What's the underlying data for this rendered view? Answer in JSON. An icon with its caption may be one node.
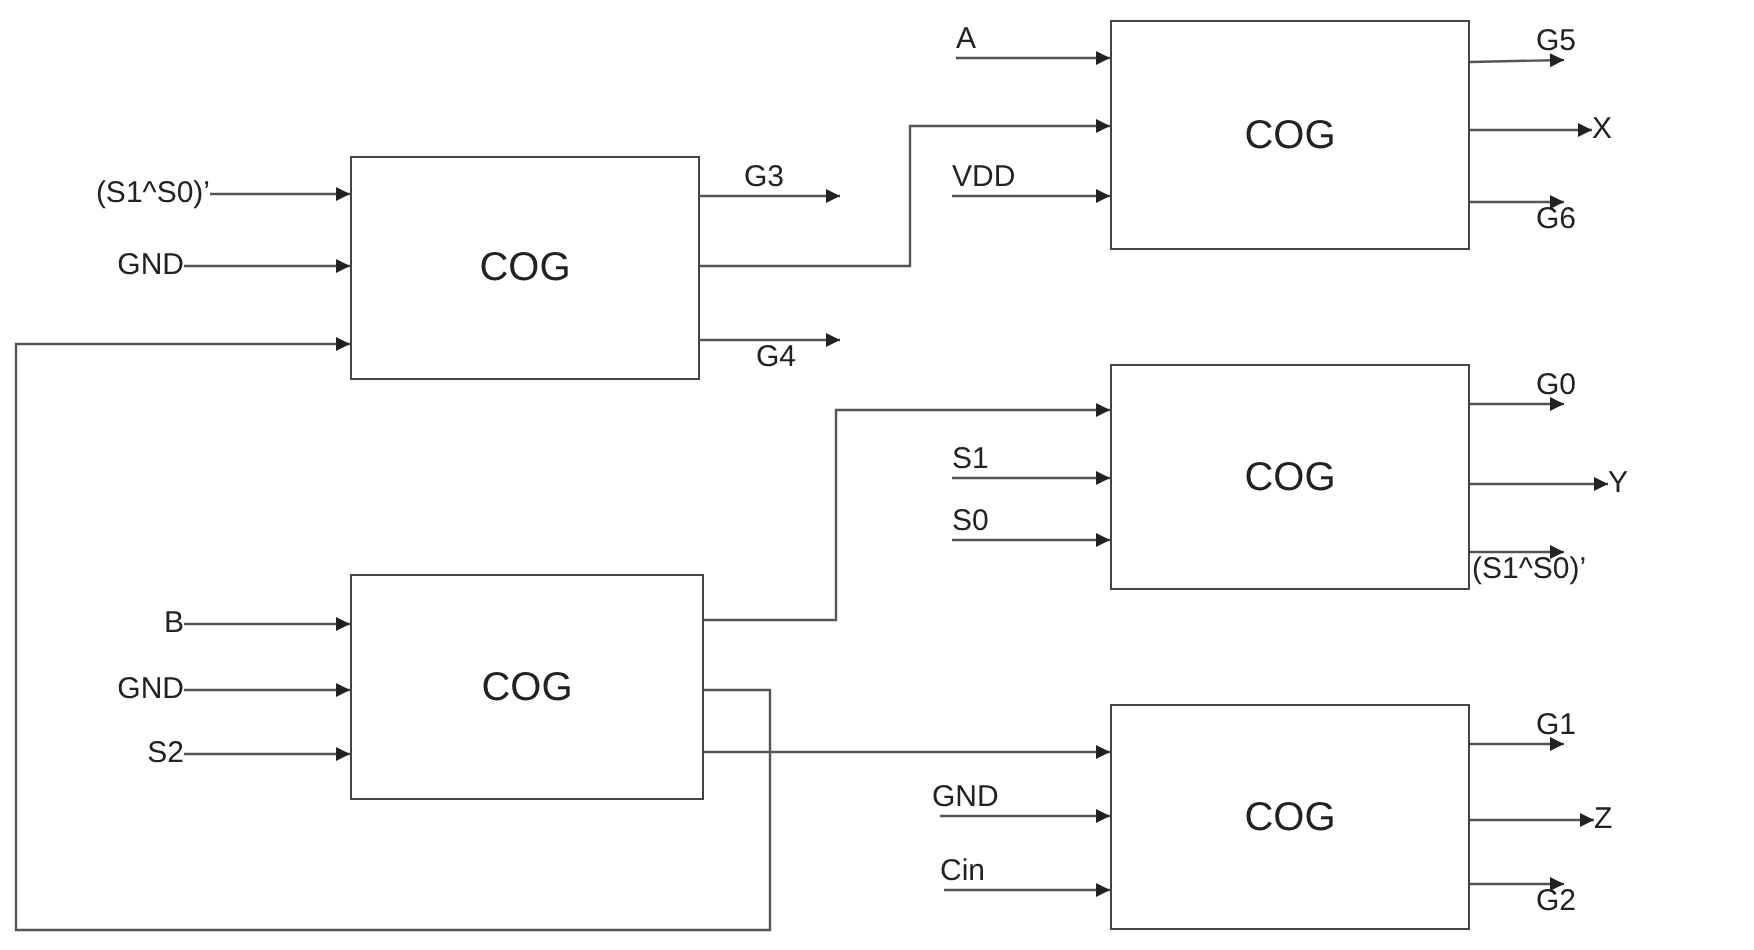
{
  "diagram": {
    "nodes": [
      {
        "text": [
          "A"
        ]
      },
      {
        "text": [
          "COG"
        ]
      },
      {
        "text": [
          "G5"
        ]
      },
      {
        "text": [
          "X"
        ]
      },
      {
        "text": [
          "VDD"
        ]
      },
      {
        "text": [
          "G6"
        ]
      },
      {
        "text": [
          "(S1^S0)’"
        ]
      },
      {
        "text": [
          "COG"
        ]
      },
      {
        "text": [
          "G3"
        ]
      },
      {
        "text": [
          "GND"
        ]
      },
      {
        "text": [
          "G4"
        ]
      },
      {
        "text": [
          "COG"
        ]
      },
      {
        "text": [
          "G0"
        ]
      },
      {
        "text": [
          "S1"
        ]
      },
      {
        "text": [
          "Y"
        ]
      },
      {
        "text": [
          "S0"
        ]
      },
      {
        "text": [
          "(S1^S0)’"
        ]
      },
      {
        "text": [
          "B"
        ]
      },
      {
        "text": [
          "COG"
        ]
      },
      {
        "text": [
          "GND"
        ]
      },
      {
        "text": [
          "S2"
        ]
      },
      {
        "text": [
          "COG"
        ]
      },
      {
        "text": [
          "G1"
        ]
      },
      {
        "text": [
          "GND"
        ]
      },
      {
        "text": [
          "Z"
        ]
      },
      {
        "text": [
          "Cin"
        ]
      },
      {
        "text": [
          "G2"
        ]
      }
    ],
    "edges": [
      {
        "from": 0,
        "to": 1,
        "arrow": "to"
      },
      {
        "from": 4,
        "to": 1,
        "arrow": "to"
      },
      {
        "from": 7,
        "to": 1,
        "arrow": "to"
      },
      {
        "from": 1,
        "to": 2,
        "arrow": "to"
      },
      {
        "from": 1,
        "to": 3,
        "arrow": "to"
      },
      {
        "from": 1,
        "to": 5,
        "arrow": "to"
      },
      {
        "from": 6,
        "to": 7,
        "arrow": "to"
      },
      {
        "from": 9,
        "to": 7,
        "arrow": "to"
      },
      {
        "from": 18,
        "to": 7,
        "arrow": "to"
      },
      {
        "from": 7,
        "to": 8,
        "arrow": "to"
      },
      {
        "from": 7,
        "to": 10,
        "arrow": "to"
      },
      {
        "from": 18,
        "to": 11,
        "arrow": "to"
      },
      {
        "from": 13,
        "to": 11,
        "arrow": "to"
      },
      {
        "from": 15,
        "to": 11,
        "arrow": "to"
      },
      {
        "from": 11,
        "to": 12,
        "arrow": "to"
      },
      {
        "from": 11,
        "to": 14,
        "arrow": "to"
      },
      {
        "from": 11,
        "to": 16,
        "arrow": "to"
      },
      {
        "from": 17,
        "to": 18,
        "arrow": "to"
      },
      {
        "from": 19,
        "to": 18,
        "arrow": "to"
      },
      {
        "from": 20,
        "to": 18,
        "arrow": "to"
      },
      {
        "from": 18,
        "to": 21,
        "arrow": "to"
      },
      {
        "from": 23,
        "to": 21,
        "arrow": "to"
      },
      {
        "from": 25,
        "to": 21,
        "arrow": "to"
      },
      {
        "from": 21,
        "to": 22,
        "arrow": "to"
      },
      {
        "from": 21,
        "to": 24,
        "arrow": "to"
      },
      {
        "from": 21,
        "to": 26,
        "arrow": "to"
      }
    ]
  }
}
